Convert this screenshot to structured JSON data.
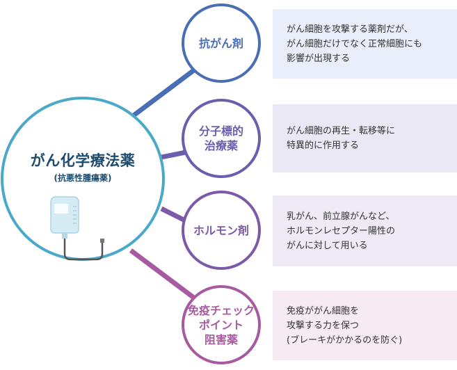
{
  "center": {
    "title": "がん化学療法薬",
    "subtitle": "(抗悪性腫瘍薬)",
    "icon": "iv-drip-bag-icon",
    "border_color": "#4aa8c8",
    "text_color": "#1d4b6e"
  },
  "categories": [
    {
      "name_lines": [
        "抗がん剤"
      ],
      "description_lines": [
        "がん細胞を攻撃する薬剤だが、",
        "がん細胞だけでなく正常細胞にも",
        "影響が出現する"
      ],
      "color": "#4a6eb5",
      "panel_color": "#e8eefa"
    },
    {
      "name_lines": [
        "分子標的",
        "治療薬"
      ],
      "description_lines": [
        "がん細胞の再生・転移等に",
        "特異的に作用する"
      ],
      "color": "#6a5fae",
      "panel_color": "#ebe8f5"
    },
    {
      "name_lines": [
        "ホルモン剤"
      ],
      "description_lines": [
        "乳がん、前立腺がんなど、",
        "ホルモンレセプター陽性の",
        "がんに対して用いる"
      ],
      "color": "#7d5aa8",
      "panel_color": "#f0eaf6"
    },
    {
      "name_lines": [
        "免疫チェック",
        "ポイント",
        "阻害薬"
      ],
      "description_lines": [
        "免疫ががん細胞を",
        "攻撃する力を保つ",
        "(ブレーキがかかるのを防ぐ)"
      ],
      "color": "#a85aa0",
      "panel_color": "#f6eaf3"
    }
  ]
}
